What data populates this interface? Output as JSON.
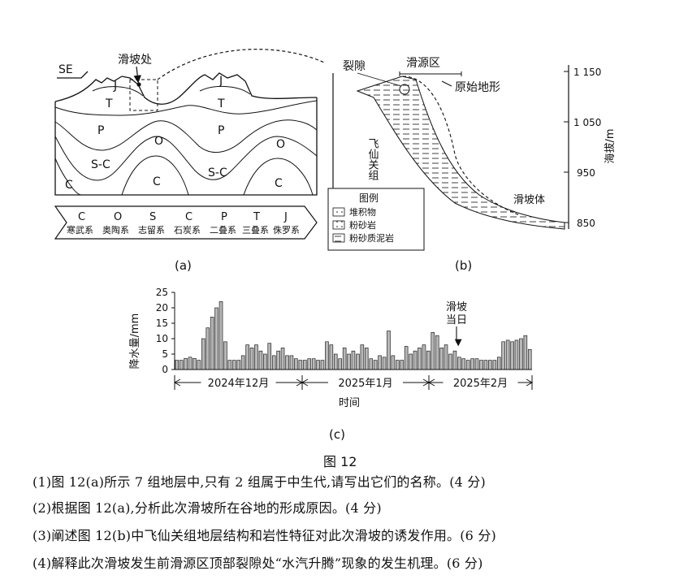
{
  "figure_a": {
    "direction_label": "SE",
    "slide_label": "滑坡处",
    "layers_left": [
      "J",
      "T",
      "P",
      "S-C",
      "C"
    ],
    "layers_right": [
      "J",
      "T",
      "P",
      "S-C",
      "O",
      "O",
      "C",
      "C"
    ],
    "strata_codes": [
      "C",
      "O",
      "S",
      "C",
      "P",
      "T",
      "J"
    ],
    "strata_names": [
      "寒武系",
      "奥陶系",
      "志留系",
      "石炭系",
      "二叠系",
      "三叠系",
      "侏罗系"
    ],
    "caption": "(a)"
  },
  "figure_b": {
    "crack_label": "裂隙",
    "source_label": "滑源区",
    "original_label": "原始地形",
    "formation_label": "飞仙关组",
    "slide_body_label": "滑坡体",
    "legend_title": "图例",
    "legend_items": [
      "堆积物",
      "粉砂岩",
      "粉砂质泥岩"
    ],
    "y_ticks": [
      "1 150",
      "1 050",
      "950",
      "850"
    ],
    "y_label": "海拔/m",
    "caption": "(b)"
  },
  "chart_data": {
    "type": "bar",
    "ylabel": "降水量/mm",
    "xlabel": "时间",
    "ylim": [
      0,
      25
    ],
    "yticks": [
      "0",
      "5",
      "10",
      "15",
      "20",
      "25"
    ],
    "months": [
      "2024年12月",
      "2025年1月",
      "2025年2月"
    ],
    "annotation": "滑坡当日",
    "values": [
      3,
      3,
      3.6,
      4,
      3.6,
      3,
      10,
      13.5,
      17,
      20,
      22,
      9,
      3,
      3,
      3,
      4.5,
      8,
      7,
      8,
      6,
      5,
      8.5,
      4.5,
      6,
      7,
      4.5,
      4.5,
      3.5,
      3,
      3,
      3.5,
      3.5,
      3,
      3,
      9,
      8,
      5,
      3.5,
      7,
      5,
      6,
      5,
      8,
      7,
      3.5,
      3,
      4.5,
      4,
      12.5,
      4.5,
      3,
      3,
      7.5,
      5,
      6,
      7,
      8,
      6,
      12,
      11,
      7,
      8,
      5,
      6,
      4,
      3.5,
      3,
      3.5,
      3.5,
      3,
      3,
      3,
      3,
      4,
      9,
      9.5,
      9,
      9.5,
      10,
      11,
      6.5
    ],
    "caption": "(c)"
  },
  "figure_title": "图 12",
  "questions": [
    "(1)图 12(a)所示 7 组地层中,只有 2 组属于中生代,请写出它们的名称。(4 分)",
    "(2)根据图 12(a),分析此次滑坡所在谷地的形成原因。(4 分)",
    "(3)阐述图 12(b)中飞仙关组地层结构和岩性特征对此次滑坡的诱发作用。(6 分)",
    "(4)解释此次滑坡发生前滑源区顶部裂隙处“水汽升腾”现象的发生机理。(6 分)"
  ]
}
